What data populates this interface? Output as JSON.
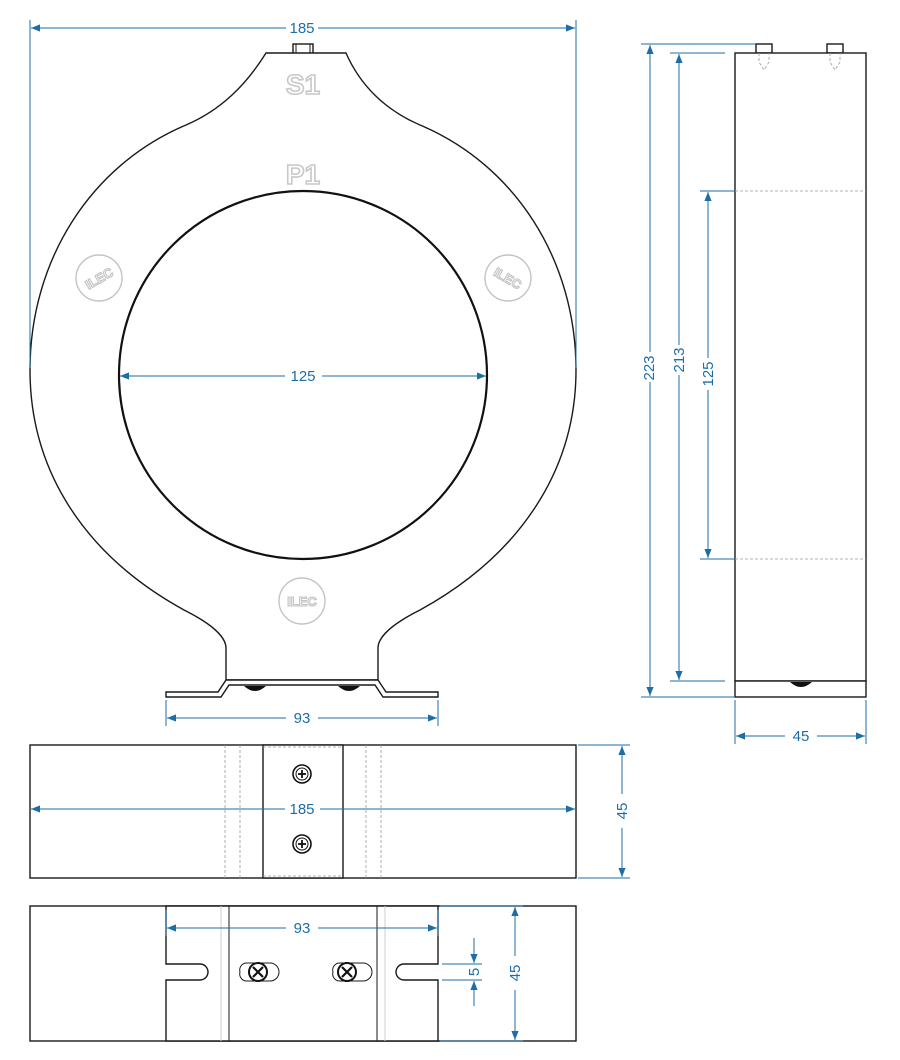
{
  "drawing": {
    "markings": {
      "terminal_top": "S1",
      "primary_side": "P1",
      "logo_left": "ILEC",
      "logo_right": "ILEC",
      "logo_bottom": "ILEC"
    },
    "dimensions": {
      "front_overall_width": "185",
      "front_inner_diameter": "125",
      "front_base_width": "93",
      "side_overall_height": "223",
      "side_body_height": "213",
      "side_window_height": "125",
      "side_depth": "45",
      "top_view_width": "185",
      "top_view_depth": "45",
      "bottom_view_slot_spacing": "93",
      "bottom_view_slot_width": "5",
      "bottom_view_depth": "45"
    }
  }
}
